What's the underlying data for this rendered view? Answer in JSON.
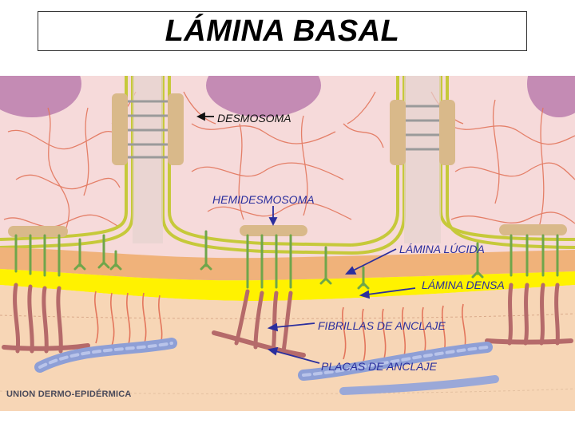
{
  "title": "LÁMINA BASAL",
  "labels": {
    "desmosoma": "DESMOSOMA",
    "hemidesmosoma": "HEMIDESMOSOMA",
    "lamina_lucida": "LÁMINA LÚCIDA",
    "lamina_densa": "LÁMINA DENSA",
    "fibrillas": "FIBRILLAS DE ANCLAJE",
    "placas": "PLACAS DE ANCLAJE"
  },
  "caption": "UNION DERMO-EPIDÉRMICA",
  "colors": {
    "cytoplasm": "#f6dada",
    "nucleus": "#c48bb4",
    "membrane": "#c6c93a",
    "lamina_lucida": "#f0b27a",
    "lamina_densa": "#fff200",
    "dermis": "#f7d6b6",
    "anchoring_fibril": "#b56a6a",
    "collagen": "#8e9fd6",
    "hemidesmosome": "#6fa64a",
    "arrow": "#2b2f9e"
  }
}
